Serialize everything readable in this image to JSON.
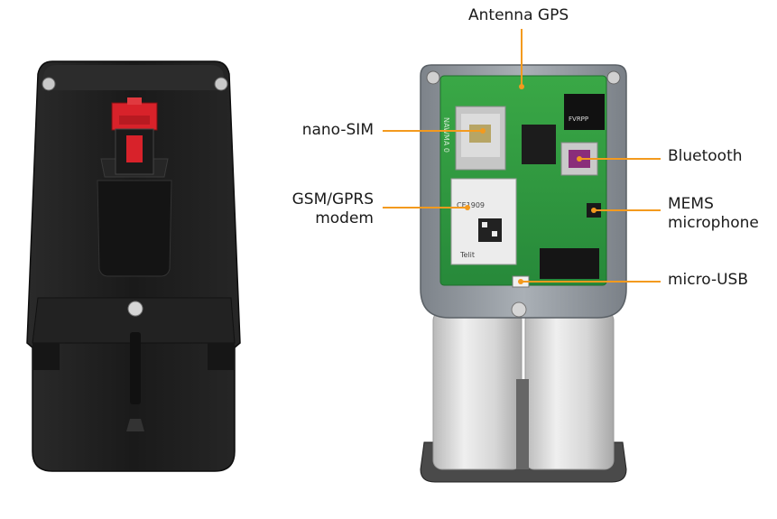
{
  "colors": {
    "callout_line": "#F39A1E",
    "housing_black": "#1c1c1c",
    "housing_gray": "#8f959b",
    "pcb_green": "#2f9b3c",
    "connector_red": "#d8222a",
    "battery_silver": "#d9d9d9"
  },
  "labels": {
    "antenna_gps": "Antenna GPS",
    "nano_sim": "nano-SIM",
    "gsm_line1": "GSM/GPRS",
    "gsm_line2": "modem",
    "bluetooth": "Bluetooth",
    "mems_line1": "MEMS",
    "mems_line2": "microphone",
    "micro_usb": "micro-USB"
  },
  "chip_text": {
    "telit_logo": "Telit",
    "telit_cert": "CE1909",
    "ericsson_label": "FVRPP",
    "side_marking": "NAWMA 0"
  }
}
